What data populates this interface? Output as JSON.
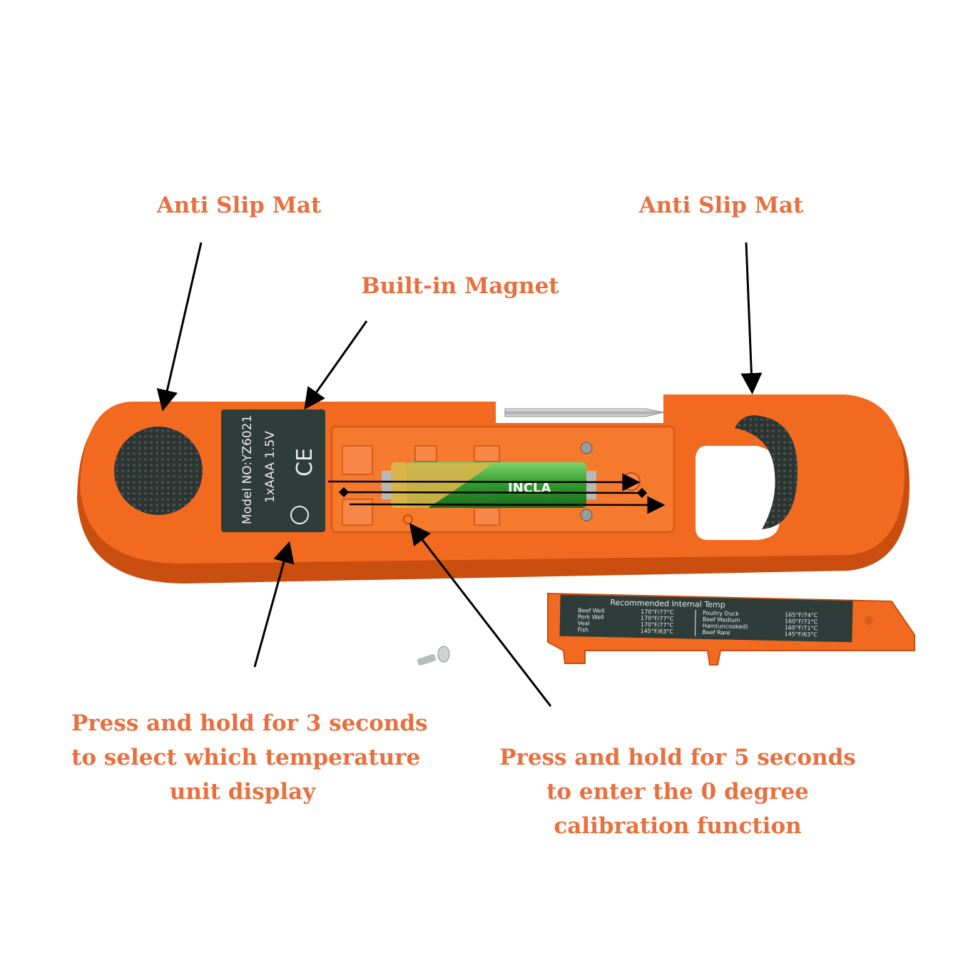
{
  "colors": {
    "callout_text": "#e8703e",
    "device_body": "#f26a1f",
    "device_shadow": "#c94e10",
    "label_plate": "#2f3d3a",
    "battery_green": "#3cae3a",
    "battery_gold": "#d8b44a",
    "arrow": "#000000"
  },
  "callouts": {
    "left_mat": "Anti Slip Mat",
    "right_mat": "Anti Slip Mat",
    "magnet": "Built-in Magnet",
    "unit_button": [
      "Press and hold for 3 seconds",
      "to select which temperature",
      "unit display"
    ],
    "calibration_button": [
      "Press and hold for 5 seconds",
      "to enter the 0 degree",
      "calibration function"
    ]
  },
  "device": {
    "model_label": "Model NO:YZ6021",
    "battery_spec": "1xAAA  1.5V",
    "ce_mark": "CE",
    "battery_brand": "INCLA"
  },
  "cover_plate": {
    "title": "Recommended Internal Temp",
    "left_column": [
      {
        "item": "Beef Well",
        "temp": "170°F/77°C"
      },
      {
        "item": "Pork Well",
        "temp": "170°F/77°C"
      },
      {
        "item": "Veal",
        "temp": "170°F/77°C"
      },
      {
        "item": "Fish",
        "temp": "145°F/63°C"
      }
    ],
    "right_column": [
      {
        "item": "Poultry Duck",
        "temp": "165°F/74°C"
      },
      {
        "item": "Beef Medium",
        "temp": "160°F/71°C"
      },
      {
        "item": "Ham(uncooked)",
        "temp": "160°F/71°C"
      },
      {
        "item": "Beef Rare",
        "temp": "145°F/63°C"
      }
    ]
  }
}
